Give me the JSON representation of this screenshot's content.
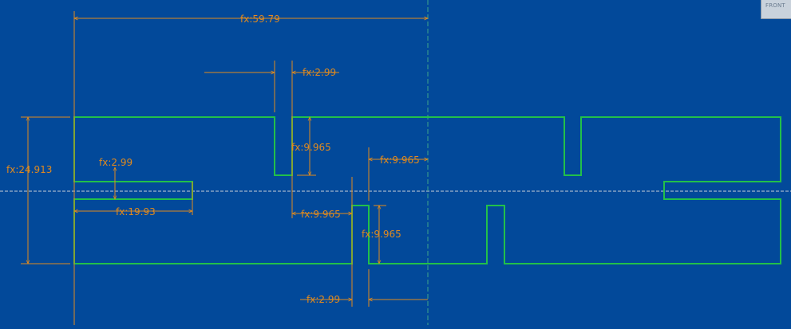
{
  "view_cube": {
    "label": "FRONT"
  },
  "dimensions": {
    "overall_width": "fx:59.79",
    "slot_top_width": "fx:2.99",
    "slot_top_depth": "fx:9.965",
    "overall_height": "fx:24.913",
    "gap_thickness": "fx:2.99",
    "step_offset_top": "fx:9.965",
    "left_step_length": "fx:19.93",
    "slot_bottom_offset": "fx:9.965",
    "slot_bottom_depth": "fx:9.965",
    "slot_bottom_width": "fx:2.99"
  },
  "colors": {
    "background": "#02499a",
    "profile": "#22c04a",
    "dimension": "#e08a1e",
    "centerline": "#c8d0d8",
    "axis": "#3fa58a"
  }
}
